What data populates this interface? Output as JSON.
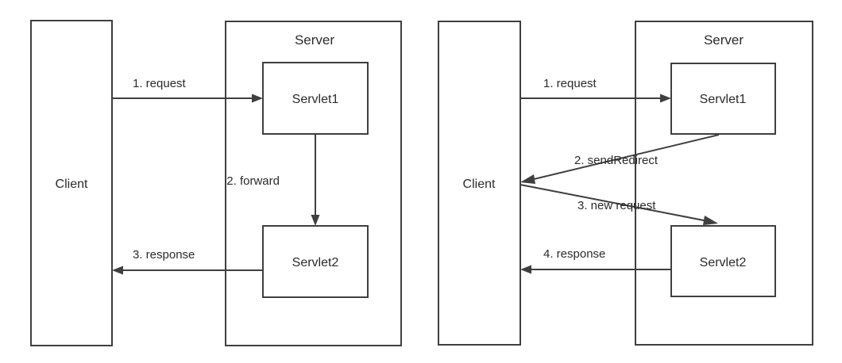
{
  "diagram": {
    "title": "Servlet forward vs sendRedirect comparison",
    "background_color": "#ffffff",
    "stroke_color": "#3f3f3f",
    "text_color": "#2b2b2b",
    "panels": [
      {
        "id": "forward-panel",
        "client": {
          "label": "Client"
        },
        "server": {
          "label": "Server"
        },
        "servlets": [
          {
            "id": "servlet1",
            "label": "Servlet1"
          },
          {
            "id": "servlet2",
            "label": "Servlet2"
          }
        ],
        "flows": [
          {
            "id": "flow-1",
            "label": "1. request"
          },
          {
            "id": "flow-2",
            "label": "2. forward"
          },
          {
            "id": "flow-3",
            "label": "3. response"
          }
        ]
      },
      {
        "id": "redirect-panel",
        "client": {
          "label": "Client"
        },
        "server": {
          "label": "Server"
        },
        "servlets": [
          {
            "id": "servlet1",
            "label": "Servlet1"
          },
          {
            "id": "servlet2",
            "label": "Servlet2"
          }
        ],
        "flows": [
          {
            "id": "flow-1",
            "label": "1. request"
          },
          {
            "id": "flow-2",
            "label": "2. sendRedirect"
          },
          {
            "id": "flow-3",
            "label": "3. new request"
          },
          {
            "id": "flow-4",
            "label": "4. response"
          }
        ]
      }
    ]
  }
}
